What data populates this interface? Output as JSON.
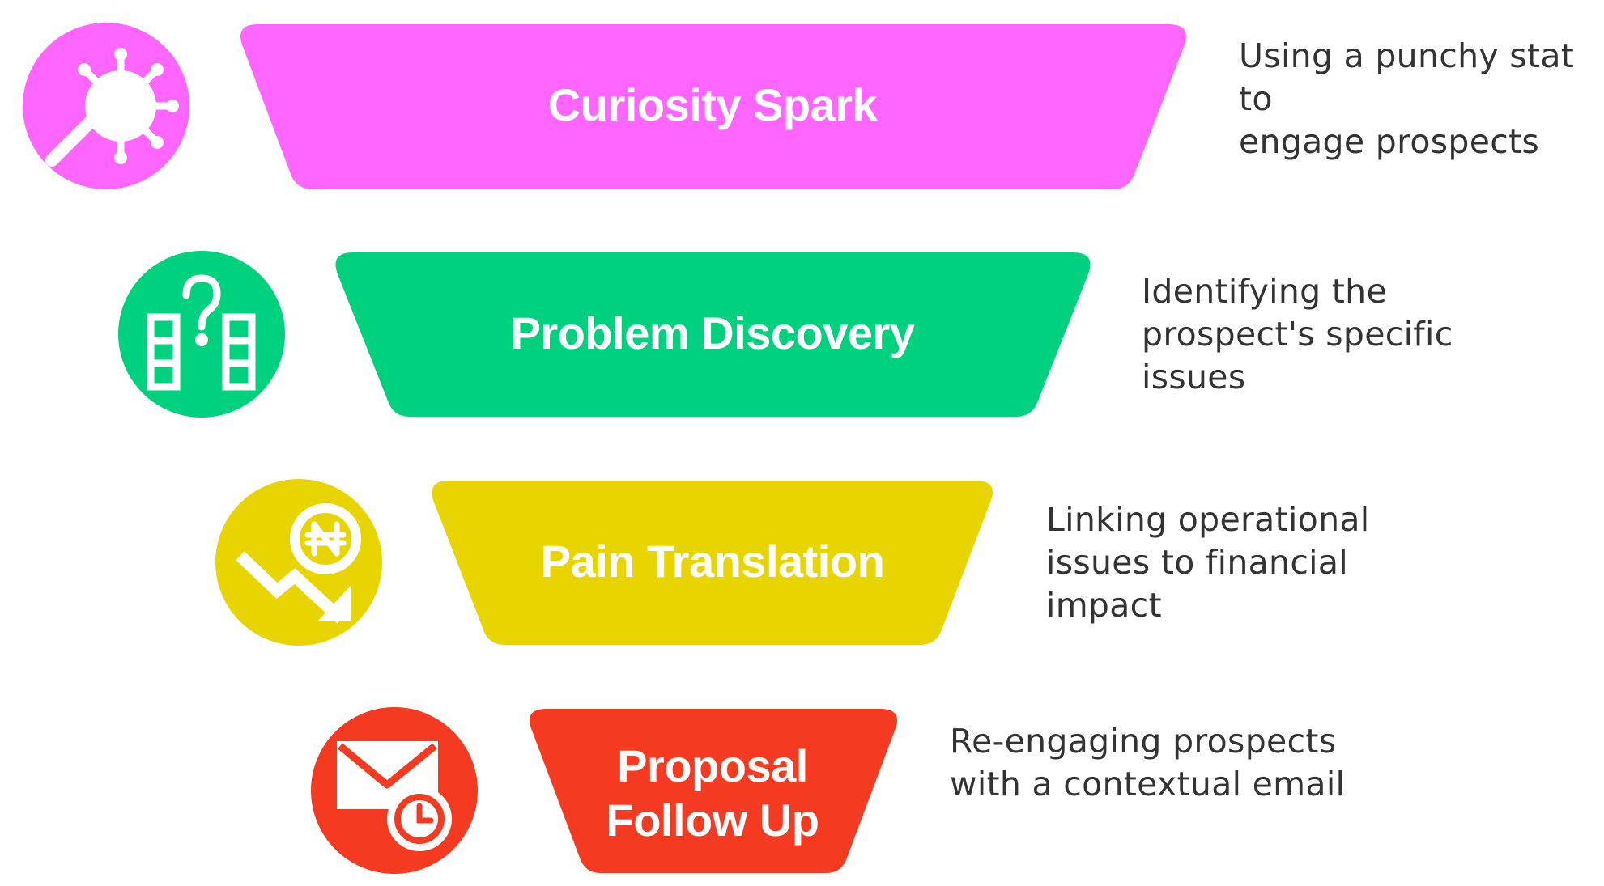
{
  "stages": [
    {
      "label": "Curiosity Spark",
      "description": "Using a punchy stat to\nengage prospects",
      "color": "#FF66FF",
      "icon": "magnifying-glass-virus-icon"
    },
    {
      "label": "Problem Discovery",
      "description": "Identifying the\nprospect's specific\nissues",
      "color": "#00D17F",
      "icon": "question-grid-icon"
    },
    {
      "label": "Pain Translation",
      "description": "Linking operational\nissues to financial\nimpact",
      "color": "#E8D500",
      "icon": "money-decline-icon"
    },
    {
      "label": "Proposal\nFollow Up",
      "description": "Re-engaging prospects\nwith a contextual email",
      "color": "#F53A22",
      "icon": "mail-clock-icon"
    }
  ]
}
